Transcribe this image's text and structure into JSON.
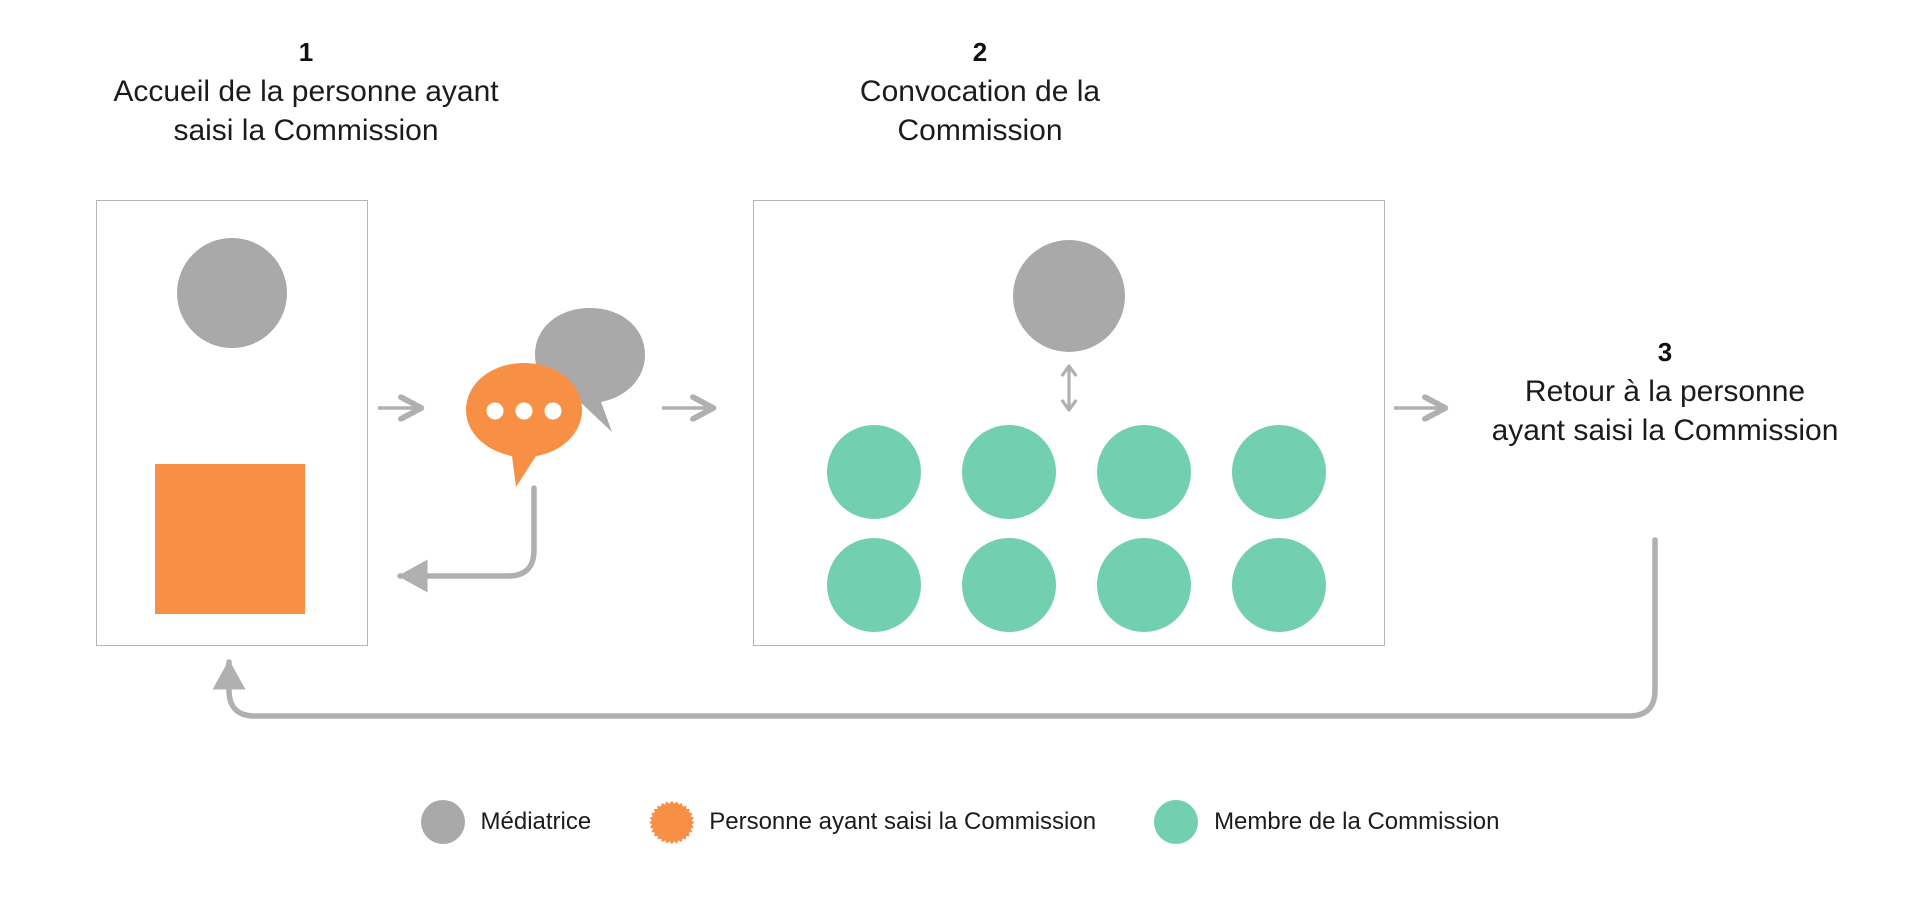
{
  "diagram": {
    "title_visible": false,
    "background": "#ffffff",
    "colors": {
      "gray": "#a9a9a9",
      "orange": "#f79044",
      "green": "#72cfb0",
      "line": "#b0b0b0",
      "panel_border": "#b5b5b5",
      "text": "#1b1b1b"
    }
  },
  "steps": [
    {
      "number": "1",
      "title": "Accueil de la personne ayant\nsaisi la Commission",
      "actors": [
        {
          "role": "mediatrice",
          "shape": "circle",
          "color": "#a9a9a9"
        },
        {
          "role": "personne-ayant-saisi",
          "shape": "starburst",
          "color": "#f79044"
        }
      ]
    },
    {
      "number": "2",
      "title": "Convocation de la\nCommission",
      "actors": [
        {
          "role": "mediatrice",
          "shape": "circle",
          "color": "#a9a9a9",
          "count": 1
        },
        {
          "role": "membre-commission",
          "shape": "circle",
          "color": "#72cfb0",
          "count": 8
        }
      ]
    },
    {
      "number": "3",
      "title": "Retour à la personne\nayant saisi la Commission",
      "actors": []
    }
  ],
  "connectors": [
    {
      "name": "arrow-panel1-to-dialogue",
      "direction": "right"
    },
    {
      "name": "arrow-dialogue-to-panel2",
      "direction": "right"
    },
    {
      "name": "arrow-dialogue-return-to-panel1",
      "direction": "left"
    },
    {
      "name": "arrow-panel2-to-step3",
      "direction": "right"
    },
    {
      "name": "arrow-step3-return-to-panel1",
      "direction": "up"
    },
    {
      "name": "double-arrow-mediatrice-membres",
      "direction": "up-down"
    }
  ],
  "dialogue_icon": {
    "name": "speech-bubbles-icon",
    "back_bubble_color": "#a9a9a9",
    "front_bubble_color": "#f79044",
    "dots": 3,
    "dot_color": "#ffffff"
  },
  "legend": {
    "items": [
      {
        "label": "Médiatrice",
        "color": "#a9a9a9",
        "shape": "circle"
      },
      {
        "label": "Personne ayant saisi la Commission",
        "color": "#f79044",
        "shape": "starburst"
      },
      {
        "label": "Membre de la Commission",
        "color": "#72cfb0",
        "shape": "circle"
      }
    ]
  }
}
